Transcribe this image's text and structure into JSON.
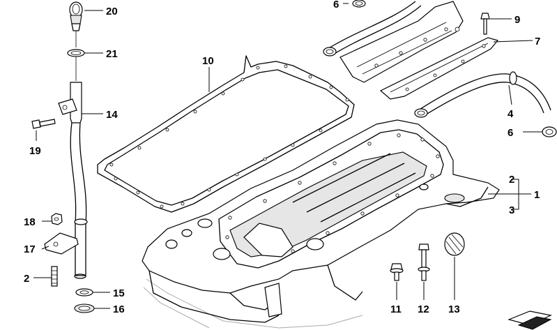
{
  "diagram": {
    "callouts": [
      {
        "id": "c20",
        "label": "20"
      },
      {
        "id": "c21",
        "label": "21"
      },
      {
        "id": "c14",
        "label": "14"
      },
      {
        "id": "c19",
        "label": "19"
      },
      {
        "id": "c18",
        "label": "18"
      },
      {
        "id": "c17",
        "label": "17"
      },
      {
        "id": "c2a",
        "label": "2"
      },
      {
        "id": "c15",
        "label": "15"
      },
      {
        "id": "c16",
        "label": "16"
      },
      {
        "id": "c10",
        "label": "10"
      },
      {
        "id": "c6a",
        "label": "6"
      },
      {
        "id": "c9",
        "label": "9"
      },
      {
        "id": "c7",
        "label": "7"
      },
      {
        "id": "c4",
        "label": "4"
      },
      {
        "id": "c6b",
        "label": "6"
      },
      {
        "id": "c2b",
        "label": "2"
      },
      {
        "id": "c1",
        "label": "1"
      },
      {
        "id": "c3",
        "label": "3"
      },
      {
        "id": "c11",
        "label": "11"
      },
      {
        "id": "c12",
        "label": "12"
      },
      {
        "id": "c13",
        "label": "13"
      }
    ]
  }
}
